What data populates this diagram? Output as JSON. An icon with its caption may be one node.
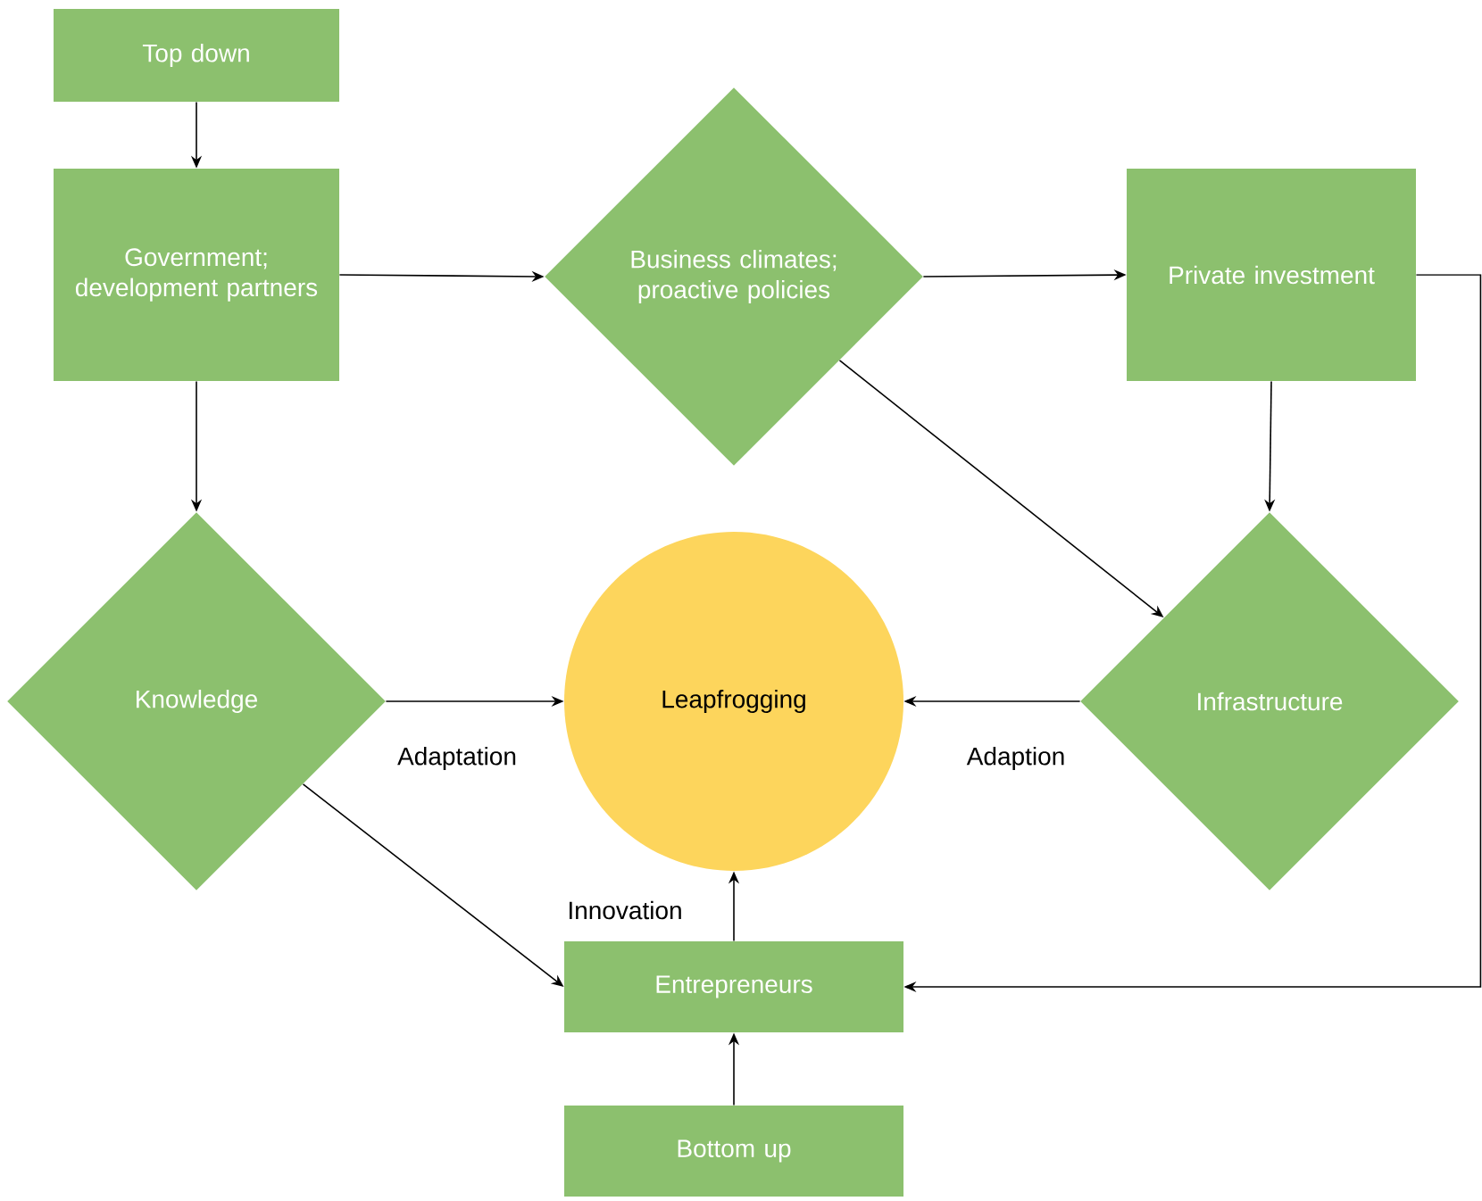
{
  "diagram": {
    "nodes": [
      {
        "text": [
          "Top down"
        ]
      },
      {
        "text": [
          "Government; development partners"
        ]
      },
      {
        "text": [
          "Business climates; proactive policies"
        ]
      },
      {
        "text": [
          "Private investment"
        ]
      },
      {
        "text": [
          "Knowledge"
        ]
      },
      {
        "text": [
          "Leapfrogging"
        ]
      },
      {
        "text": [
          "Infrastructure"
        ]
      },
      {
        "text": [
          "Entrepreneurs"
        ]
      },
      {
        "text": [
          "Bottom up"
        ]
      }
    ],
    "edges": [
      {
        "from": 0,
        "to": 1,
        "arrow": "to"
      },
      {
        "from": 1,
        "to": 2,
        "arrow": "to"
      },
      {
        "from": 2,
        "to": 3,
        "arrow": "to"
      },
      {
        "from": 1,
        "to": 4,
        "arrow": "to"
      },
      {
        "from": 3,
        "to": 6,
        "arrow": "to"
      },
      {
        "from": 2,
        "to": 6,
        "arrow": "to"
      },
      {
        "from": 4,
        "to": 5,
        "arrow": "to",
        "label": "Adaptation"
      },
      {
        "from": 6,
        "to": 5,
        "arrow": "to",
        "label": "Adaption"
      },
      {
        "from": 4,
        "to": 7,
        "arrow": "to"
      },
      {
        "from": 7,
        "to": 5,
        "arrow": "to",
        "label": "Innovation"
      },
      {
        "from": 8,
        "to": 7,
        "arrow": "to"
      },
      {
        "from": 3,
        "to": 7,
        "arrow": "to"
      }
    ]
  }
}
